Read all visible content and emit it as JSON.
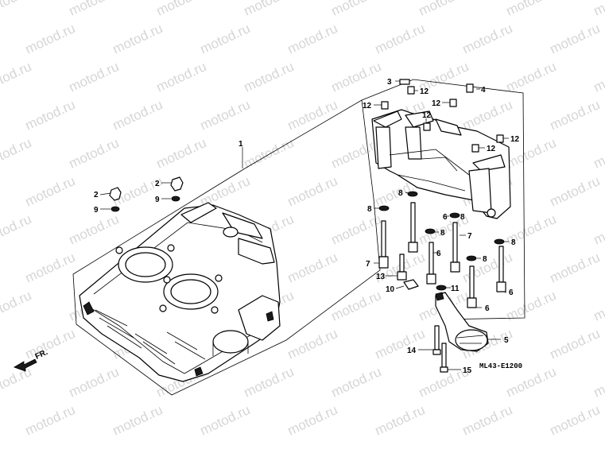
{
  "watermark": "motod.ru",
  "diagram_code": "ML43-E1200",
  "front_marker": "FR.",
  "callouts": {
    "c1": "1",
    "c2a": "2",
    "c2b": "2",
    "c3": "3",
    "c4": "4",
    "c5": "5",
    "c6a": "6",
    "c6b": "6",
    "c6c": "6",
    "c6d": "6",
    "c7a": "7",
    "c7b": "7",
    "c8a": "8",
    "c8b": "8",
    "c8c": "8",
    "c8d": "8",
    "c8e": "8",
    "c8f": "8",
    "c9a": "9",
    "c9b": "9",
    "c10": "10",
    "c11": "11",
    "c12a": "12",
    "c12b": "12",
    "c12c": "12",
    "c12d": "12",
    "c12e": "12",
    "c12f": "12",
    "c13": "13",
    "c14": "14",
    "c15": "15"
  }
}
